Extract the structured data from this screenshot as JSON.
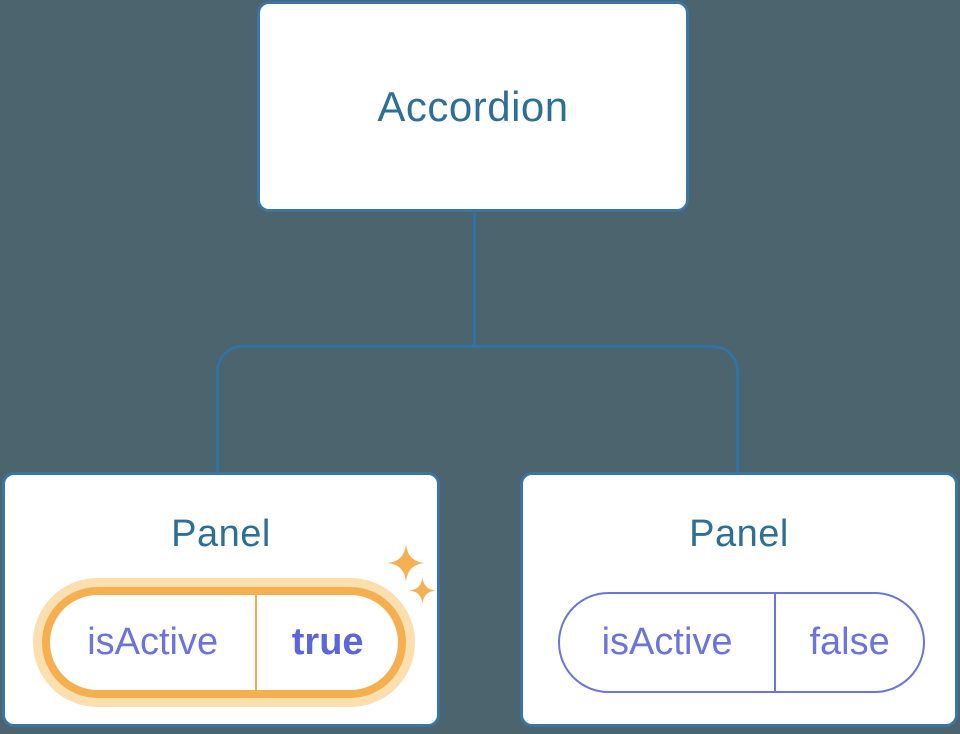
{
  "root_component": {
    "label": "Accordion"
  },
  "panels": [
    {
      "label": "Panel",
      "state": {
        "name": "isActive",
        "value": "true"
      },
      "highlighted": true,
      "icon": "sparkles-icon"
    },
    {
      "label": "Panel",
      "state": {
        "name": "isActive",
        "value": "false"
      },
      "highlighted": false
    }
  ],
  "colors": {
    "background": "#4C646E",
    "box_border_blue": "#3A76A5",
    "connector_blue": "#2F74A5",
    "heading_blue": "#2E6F96",
    "state_purple": "#6B74DD",
    "state_value_bold_purple": "#5A66DA",
    "active_pill_orange": "#F6AF4F",
    "active_pill_halo": "#FBDFAE",
    "active_pill_divider": "#F3A94D",
    "sparkle_orange": "#F4B153"
  }
}
